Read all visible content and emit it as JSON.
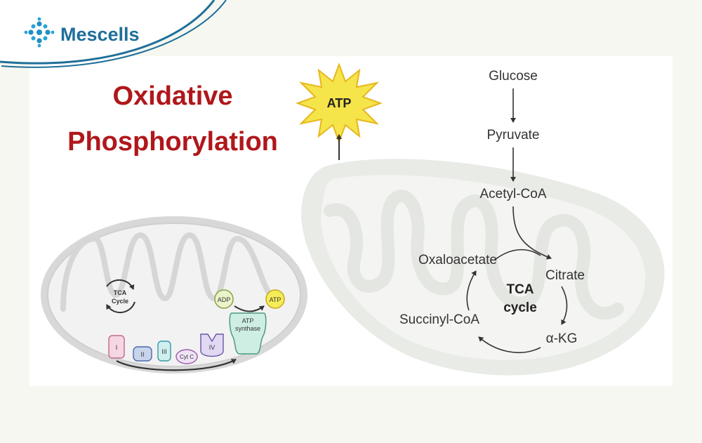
{
  "brand": {
    "name": "Mescells",
    "logo_icon": "cell-cluster-icon",
    "color": "#1f6f99"
  },
  "title": {
    "line1": "Oxidative",
    "line2": "Phosphorylation",
    "color": "#b0171b"
  },
  "atp_burst": {
    "label": "ATP",
    "color": "#f5e44a"
  },
  "pathway": {
    "glucose": "Glucose",
    "pyruvate": "Pyruvate",
    "acetyl_coa": "Acetyl-CoA",
    "citrate": "Citrate",
    "akg": "α-KG",
    "succinyl_coa": "Succinyl-CoA",
    "oxaloacetate": "Oxaloacetate",
    "tca_line1": "TCA",
    "tca_line2": "cycle"
  },
  "small_mito": {
    "tca_line1": "TCA",
    "tca_line2": "Cycle",
    "adp": "ADP",
    "atp": "ATP",
    "atp_synthase_line1": "ATP",
    "atp_synthase_line2": "synthase",
    "complex_1": "I",
    "complex_2": "II",
    "complex_3": "III",
    "cyt_c": "Cyt C",
    "complex_4": "IV"
  }
}
